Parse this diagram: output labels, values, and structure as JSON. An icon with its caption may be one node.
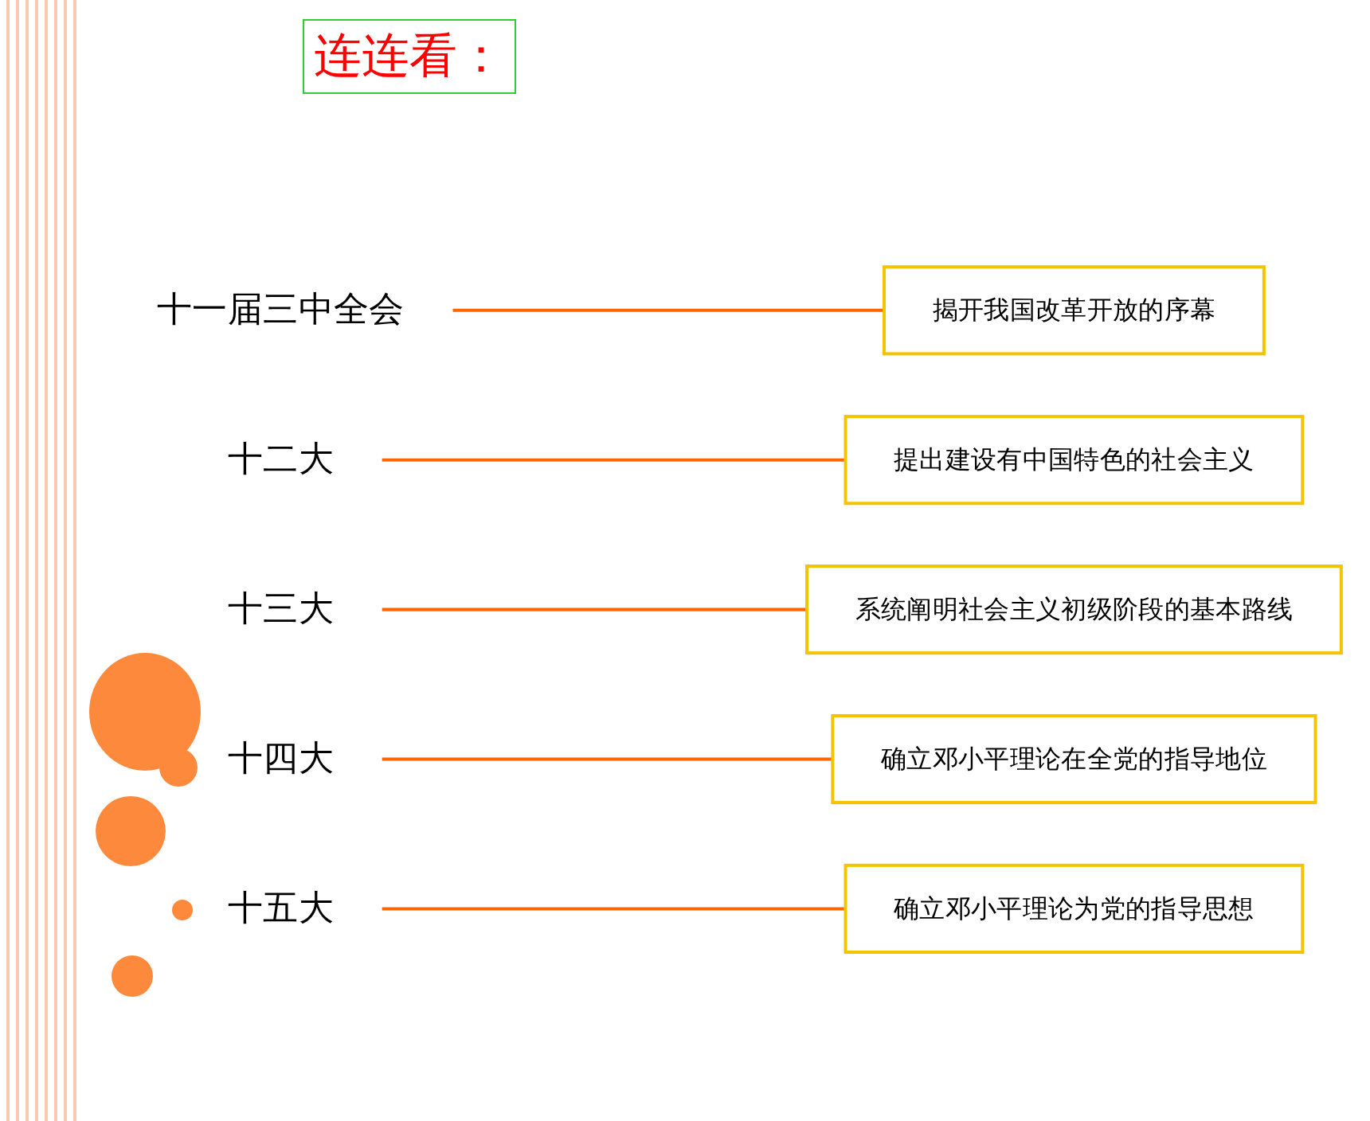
{
  "diagram": {
    "title": "连连看：",
    "nodes": [
      {
        "text": [
          "十一届三中全会"
        ]
      },
      {
        "text": [
          "十二大"
        ]
      },
      {
        "text": [
          "十三大"
        ]
      },
      {
        "text": [
          "十四大"
        ]
      },
      {
        "text": [
          "十五大"
        ]
      },
      {
        "text": [
          "确立邓小平理论为党的指导思想"
        ]
      },
      {
        "text": [
          "系统阐明社会主义初级阶段的基本路线"
        ]
      },
      {
        "text": [
          "确立邓小平理论在全党的指导地位"
        ]
      },
      {
        "text": [
          "提出建设有中国特色的社会主义"
        ]
      },
      {
        "text": [
          "揭开我国改革开放的序幕"
        ]
      }
    ],
    "edges": [
      {
        "from": 0,
        "to": 9,
        "arrow": "none"
      },
      {
        "from": 1,
        "to": 8,
        "arrow": "none"
      },
      {
        "from": 2,
        "to": 6,
        "arrow": "none"
      },
      {
        "from": 3,
        "to": 7,
        "arrow": "none"
      },
      {
        "from": 4,
        "to": 5,
        "arrow": "none"
      }
    ]
  }
}
